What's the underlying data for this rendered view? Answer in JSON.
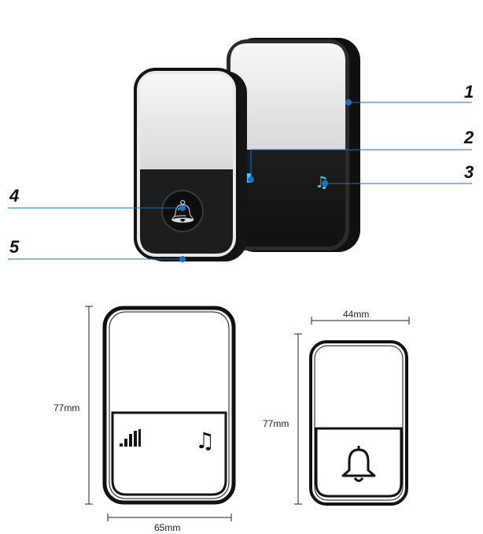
{
  "callouts": [
    {
      "number": "1"
    },
    {
      "number": "2"
    },
    {
      "number": "3"
    },
    {
      "number": "4"
    },
    {
      "number": "5"
    }
  ],
  "dimensions": {
    "receiver_width": "65mm",
    "receiver_height": "77mm",
    "button_width": "44mm",
    "button_height": "77mm"
  },
  "icons": {
    "receiver_signal": "signal-bars-icon",
    "receiver_music": "music-note-icon",
    "button_bell": "bell-icon"
  },
  "colors": {
    "callout_line": "#1a73c9",
    "callout_dot": "#1a73c9",
    "led_teal": "#35d3e6",
    "device_black": "#141414",
    "device_face": "#ececec"
  }
}
